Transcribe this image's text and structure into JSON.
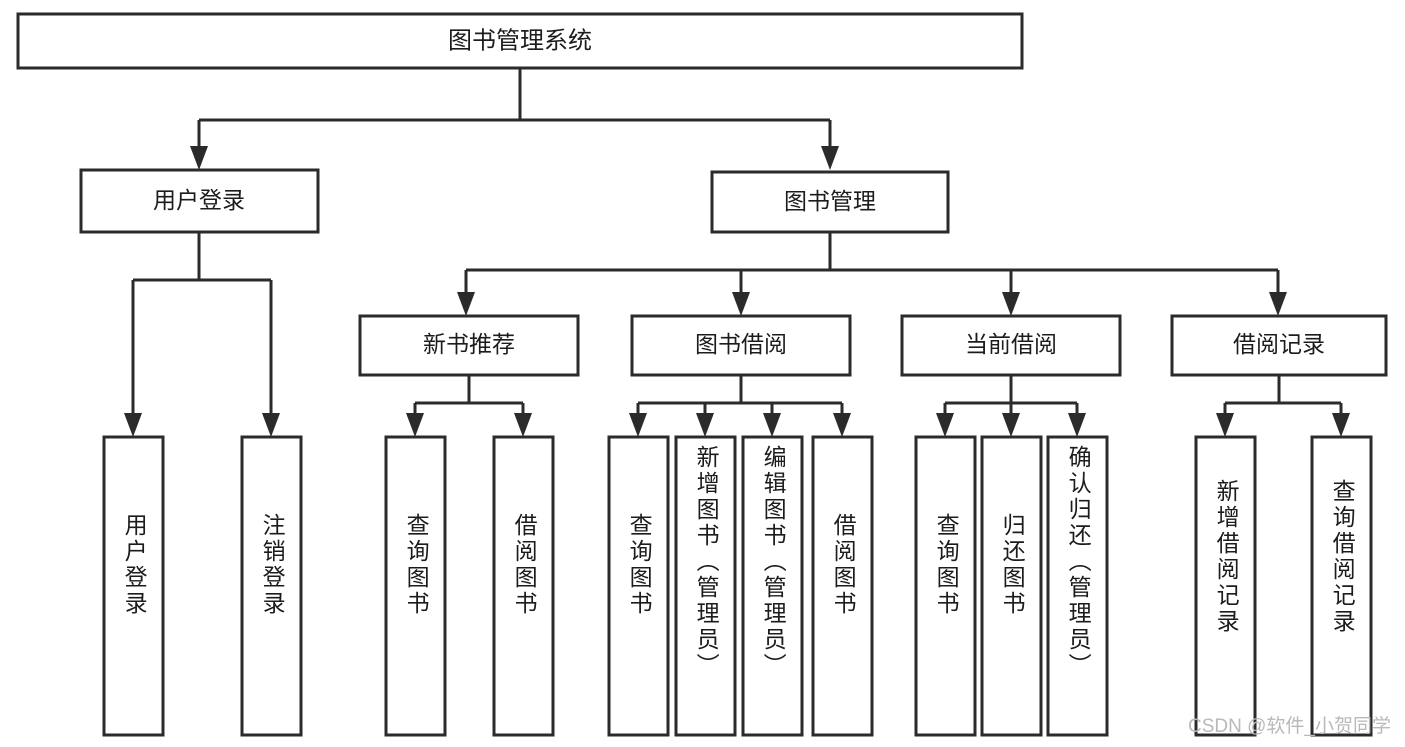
{
  "diagram": {
    "type": "tree",
    "title": "图书管理系统",
    "root": {
      "id": "root",
      "label": "图书管理系统",
      "orientation": "horizontal"
    },
    "level1": [
      {
        "id": "user-login",
        "label": "用户登录",
        "orientation": "horizontal"
      },
      {
        "id": "book-management",
        "label": "图书管理",
        "orientation": "horizontal"
      }
    ],
    "level2": [
      {
        "id": "new-book-recommend",
        "label": "新书推荐",
        "parent": "book-management",
        "orientation": "horizontal"
      },
      {
        "id": "book-borrow",
        "label": "图书借阅",
        "parent": "book-management",
        "orientation": "horizontal"
      },
      {
        "id": "current-borrow",
        "label": "当前借阅",
        "parent": "book-management",
        "orientation": "horizontal"
      },
      {
        "id": "borrow-record",
        "label": "借阅记录",
        "parent": "book-management",
        "orientation": "horizontal"
      }
    ],
    "leaves": [
      {
        "id": "leaf-user-login",
        "label": "用户登录",
        "parent": "user-login",
        "orientation": "vertical"
      },
      {
        "id": "leaf-logout",
        "label": "注销登录",
        "parent": "user-login",
        "orientation": "vertical"
      },
      {
        "id": "leaf-query-book-1",
        "label": "查询图书",
        "parent": "new-book-recommend",
        "orientation": "vertical"
      },
      {
        "id": "leaf-borrow-book-1",
        "label": "借阅图书",
        "parent": "new-book-recommend",
        "orientation": "vertical"
      },
      {
        "id": "leaf-query-book-2",
        "label": "查询图书",
        "parent": "book-borrow",
        "orientation": "vertical"
      },
      {
        "id": "leaf-add-book",
        "label": "新增图书（管理员）",
        "parent": "book-borrow",
        "orientation": "vertical"
      },
      {
        "id": "leaf-edit-book",
        "label": "编辑图书（管理员）",
        "parent": "book-borrow",
        "orientation": "vertical"
      },
      {
        "id": "leaf-borrow-book-2",
        "label": "借阅图书",
        "parent": "book-borrow",
        "orientation": "vertical"
      },
      {
        "id": "leaf-query-book-3",
        "label": "查询图书",
        "parent": "current-borrow",
        "orientation": "vertical"
      },
      {
        "id": "leaf-return-book",
        "label": "归还图书",
        "parent": "current-borrow",
        "orientation": "vertical"
      },
      {
        "id": "leaf-confirm-return",
        "label": "确认归还（管理员）",
        "parent": "current-borrow",
        "orientation": "vertical"
      },
      {
        "id": "leaf-add-record",
        "label": "新增借阅记录",
        "parent": "borrow-record",
        "orientation": "vertical"
      },
      {
        "id": "leaf-query-record",
        "label": "查询借阅记录",
        "parent": "borrow-record",
        "orientation": "vertical"
      }
    ],
    "colors": {
      "box_stroke": "#2b2b2b",
      "box_fill": "#ffffff",
      "connector": "#2b2b2b",
      "text": "#1c1c1c",
      "background": "#ffffff",
      "watermark": "#b9b9b9"
    }
  },
  "watermark": {
    "text": "CSDN @软件_小贺同学"
  }
}
